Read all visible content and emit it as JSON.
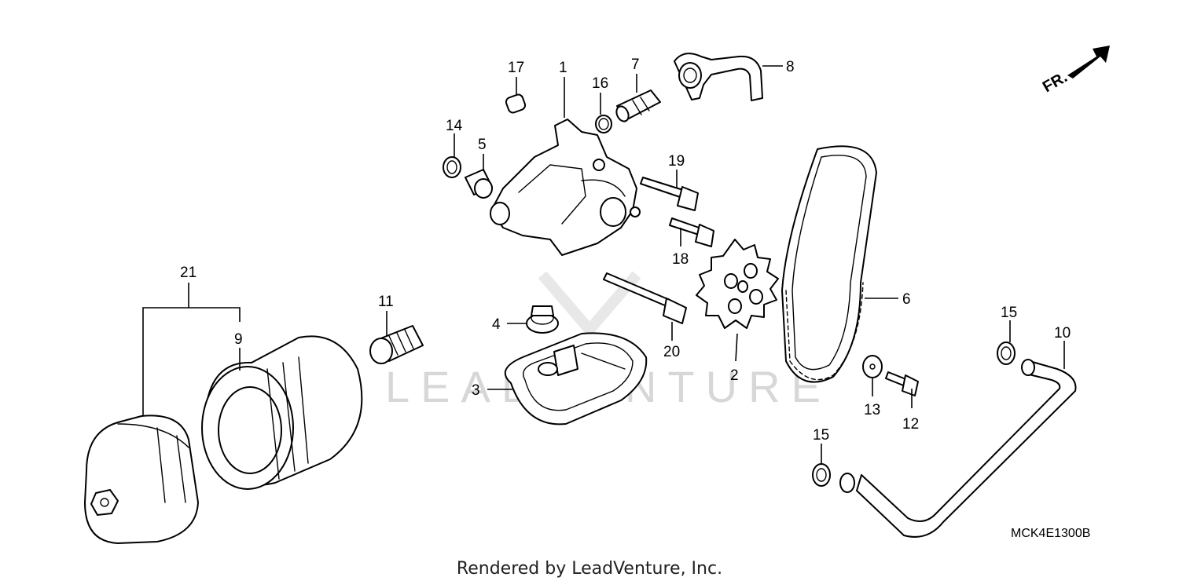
{
  "watermark": "LEADVENTURE",
  "direction_label": "FR.",
  "diagram_code": "MCK4E1300B",
  "footer_text": "Rendered by LeadVenture, Inc.",
  "callouts": [
    "1",
    "2",
    "3",
    "4",
    "5",
    "6",
    "7",
    "8",
    "9",
    "10",
    "11",
    "12",
    "13",
    "14",
    "15",
    "16",
    "17",
    "18",
    "19",
    "20",
    "21"
  ],
  "callout_15_second": "15"
}
